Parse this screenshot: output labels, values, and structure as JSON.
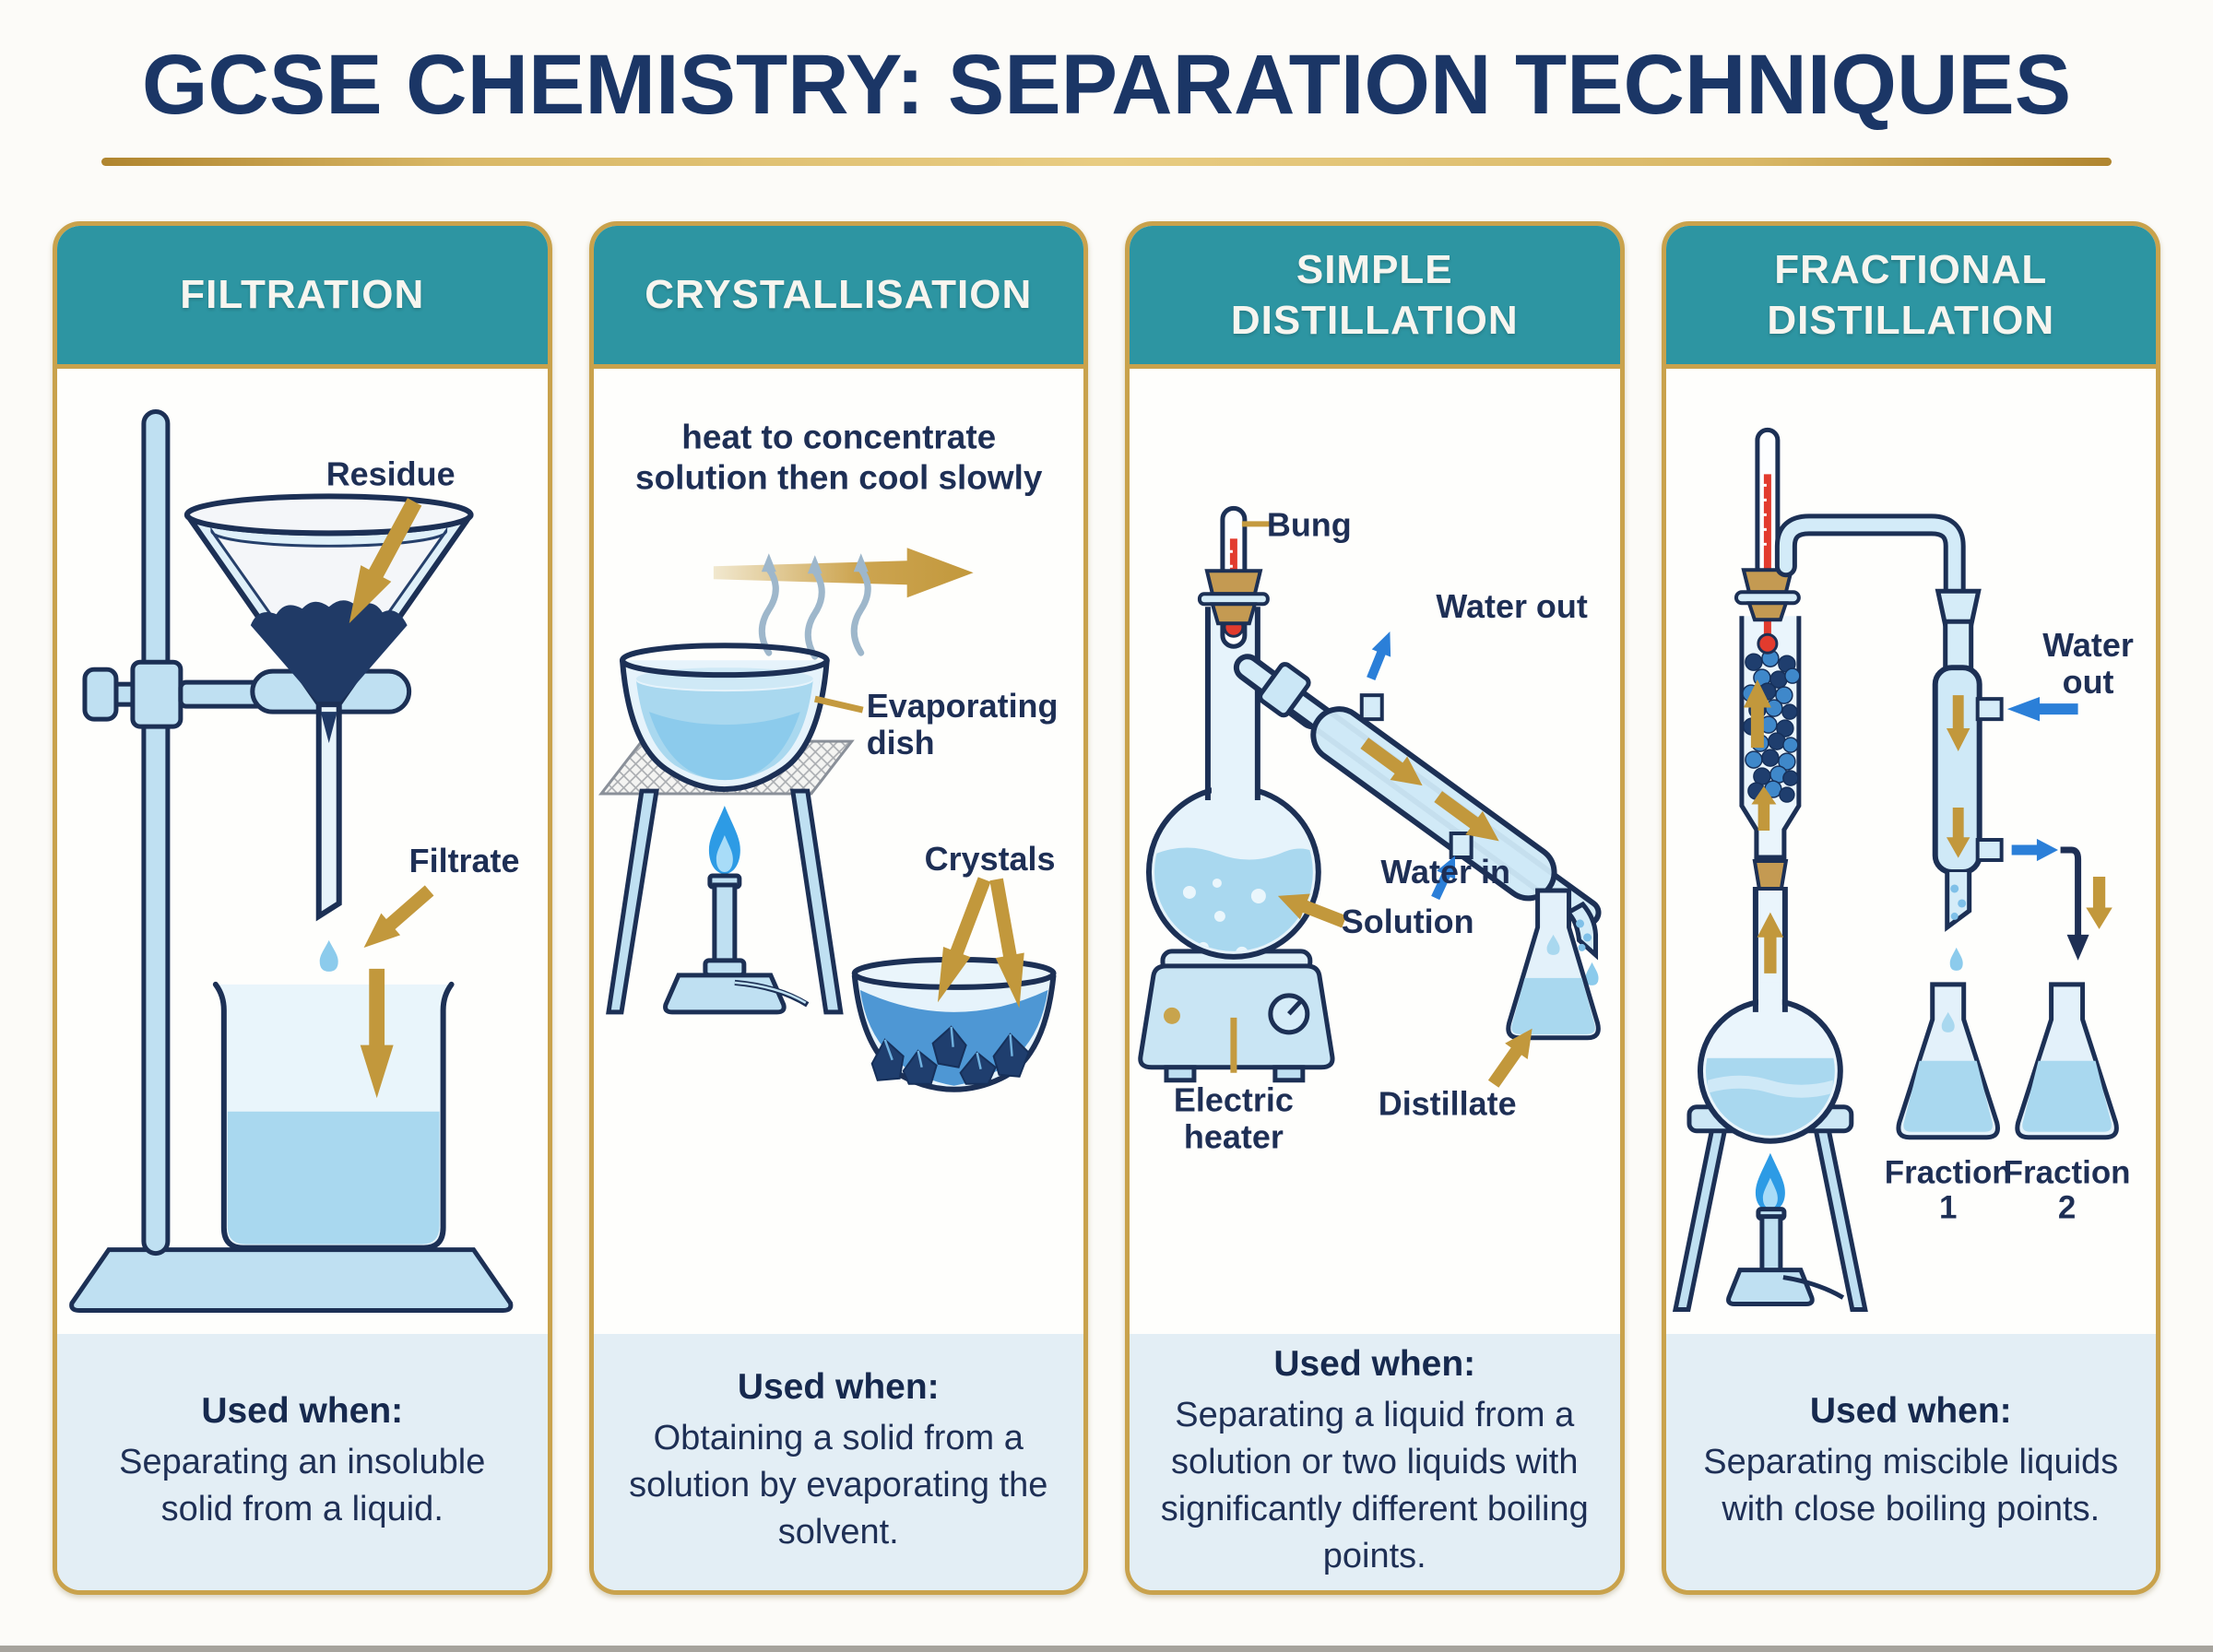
{
  "header": {
    "title": "GCSE CHEMISTRY: SEPARATION TECHNIQUES"
  },
  "colors": {
    "teal_header": "#2D95A2",
    "gold_border": "#C9A24C",
    "gold_arrow": "#C2983C",
    "navy_text": "#1E2F55",
    "title_navy": "#1B3666",
    "footer_bg": "#E3EEF5",
    "blue_arrow": "#2B7FD8",
    "liquid_blue": "#A9D8EF",
    "residue_navy": "#203A66",
    "thermometer_red": "#E23B2E",
    "bung_tan": "#C49A52"
  },
  "panels": [
    {
      "title": "FILTRATION",
      "labels": {
        "residue": "Residue",
        "filtrate": "Filtrate"
      },
      "used_when": {
        "heading": "Used when:",
        "text": "Separating an insoluble solid from a liquid."
      }
    },
    {
      "title": "CRYSTALLISATION",
      "note_line1": "heat to concentrate",
      "note_line2": "solution then cool slowly",
      "labels": {
        "evaporating_dish_line1": "Evaporating",
        "evaporating_dish_line2": "dish",
        "crystals": "Crystals"
      },
      "used_when": {
        "heading": "Used when:",
        "text": "Obtaining a solid from a solution by evaporating the solvent."
      }
    },
    {
      "title": "SIMPLE DISTILLATION",
      "labels": {
        "bung": "Bung",
        "water_out": "Water out",
        "water_in": "Water in",
        "solution": "Solution",
        "electric_heater_line1": "Electric",
        "electric_heater_line2": "heater",
        "distillate": "Distillate"
      },
      "used_when": {
        "heading": "Used when:",
        "text": "Separating a liquid from a solution or two liquids with significantly different boiling points."
      }
    },
    {
      "title": "FRACTIONAL DISTILLATION",
      "labels": {
        "water_out_line1": "Water",
        "water_out_line2": "out",
        "fraction1_line1": "Fraction",
        "fraction1_line2": "1",
        "fraction2_line1": "Fraction",
        "fraction2_line2": "2"
      },
      "used_when": {
        "heading": "Used when:",
        "text": "Separating miscible liquids with close boiling points."
      }
    }
  ]
}
